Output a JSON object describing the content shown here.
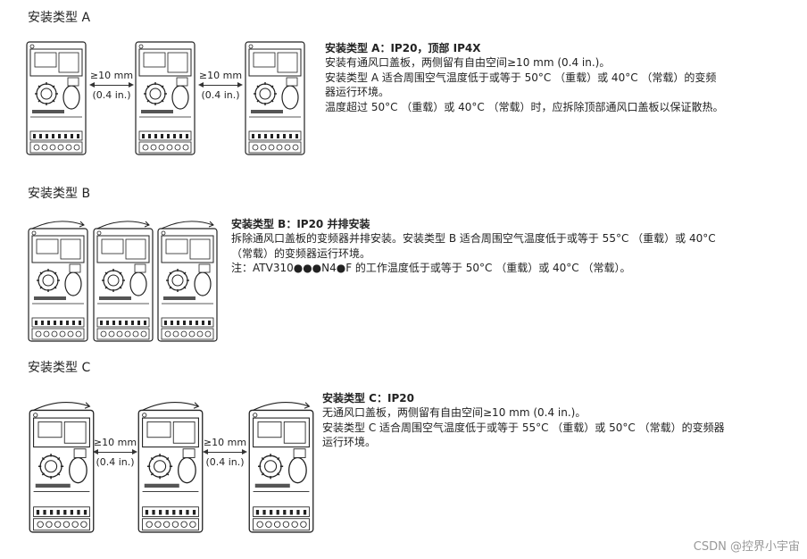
{
  "section_a": {
    "title": "安装类型 A",
    "heading": "安装类型 A：IP20，顶部 IP4X",
    "lines": [
      "安装有通风口盖板，两侧留有自由空间≥10 mm (0.4 in.)。",
      "安装类型 A 适合周围空气温度低于或等于 50°C （重载）或 40°C （常载）的变频",
      "器运行环境。",
      "温度超过 50°C （重载）或 40°C （常载）时，应拆除顶部通风口盖板以保证散热。"
    ],
    "gap_top": "≥10 mm",
    "gap_bottom": "(0.4 in.)"
  },
  "section_b": {
    "title": "安装类型 B",
    "heading": "安装类型 B：IP20 并排安装",
    "lines": [
      "拆除通风口盖板的变频器并排安装。安装类型 B 适合周围空气温度低于或等于 55°C （重载）或 40°C",
      "（常载）的变频器运行环境。",
      "注：ATV310●●●N4●F 的工作温度低于或等于 50°C （重载）或 40°C （常载）。"
    ]
  },
  "section_c": {
    "title": "安装类型 C",
    "heading": "安装类型 C：IP20",
    "lines": [
      "无通风口盖板，两侧留有自由空间≥10 mm (0.4 in.)。",
      "安装类型 C 适合周围空气温度低于或等于 55°C （重载）或 50°C （常载）的变频器",
      "运行环境。"
    ],
    "gap_top": "≥10 mm",
    "gap_bottom": "(0.4 in.)"
  },
  "watermark": "CSDN @控界小宇宙"
}
